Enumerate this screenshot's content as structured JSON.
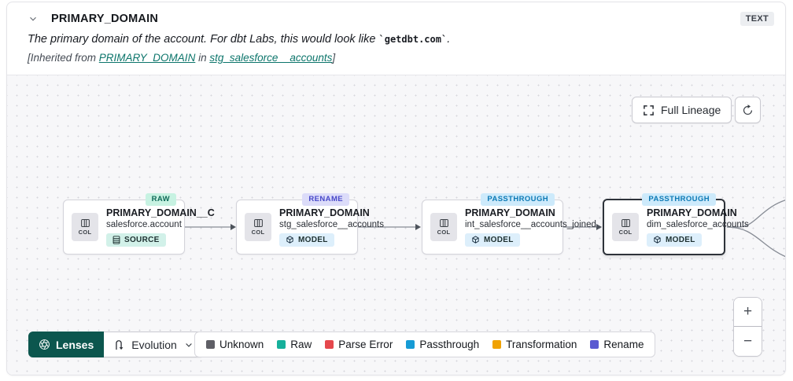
{
  "header": {
    "title": "PRIMARY_DOMAIN",
    "type_badge": "TEXT",
    "description": {
      "prefix": "The primary domain of the account. For dbt Labs, this would look like ",
      "code": "`getdbt.com`",
      "suffix": "."
    },
    "inherited": {
      "prefix": "[Inherited from ",
      "column_link": "PRIMARY_DOMAIN",
      "middle": " in ",
      "model_link": "stg_salesforce__accounts",
      "suffix": "]"
    }
  },
  "lineage": {
    "full_lineage_label": "Full Lineage",
    "edge_color": "#878c95",
    "nodes": [
      {
        "status_badge": "RAW",
        "badge_bg": "#c7f2e2",
        "badge_fg": "#0f6a58",
        "title": "PRIMARY_DOMAIN__C",
        "subtitle": "salesforce.account",
        "col_label": "COL",
        "type_label": "SOURCE",
        "type_bg": "#d2f1e9"
      },
      {
        "status_badge": "RENAME",
        "badge_bg": "#dcdcf9",
        "badge_fg": "#4748c9",
        "title": "PRIMARY_DOMAIN",
        "subtitle": "stg_salesforce__accounts",
        "col_label": "COL",
        "type_label": "MODEL",
        "type_bg": "#ddeffb"
      },
      {
        "status_badge": "PASSTHROUGH",
        "badge_bg": "#cdeafb",
        "badge_fg": "#0d7ab5",
        "title": "PRIMARY_DOMAIN",
        "subtitle": "int_salesforce__accounts_joined",
        "col_label": "COL",
        "type_label": "MODEL",
        "type_bg": "#ddeffb"
      },
      {
        "status_badge": "PASSTHROUGH",
        "badge_bg": "#cdeafb",
        "badge_fg": "#0d7ab5",
        "title": "PRIMARY_DOMAIN",
        "subtitle": "dim_salesforce_accounts",
        "col_label": "COL",
        "type_label": "MODEL",
        "type_bg": "#ddeffb"
      }
    ]
  },
  "toolbar": {
    "lenses_label": "Lenses",
    "lens_selected": "Evolution"
  },
  "legend": {
    "items": [
      {
        "label": "Unknown",
        "color": "#5f5f66"
      },
      {
        "label": "Raw",
        "color": "#16b09b"
      },
      {
        "label": "Parse Error",
        "color": "#e5484d"
      },
      {
        "label": "Passthrough",
        "color": "#169bd5"
      },
      {
        "label": "Transformation",
        "color": "#f0a202"
      },
      {
        "label": "Rename",
        "color": "#5a5ad1"
      }
    ]
  },
  "zoom_controls": {
    "zoom_in": "+",
    "zoom_out": "−"
  }
}
